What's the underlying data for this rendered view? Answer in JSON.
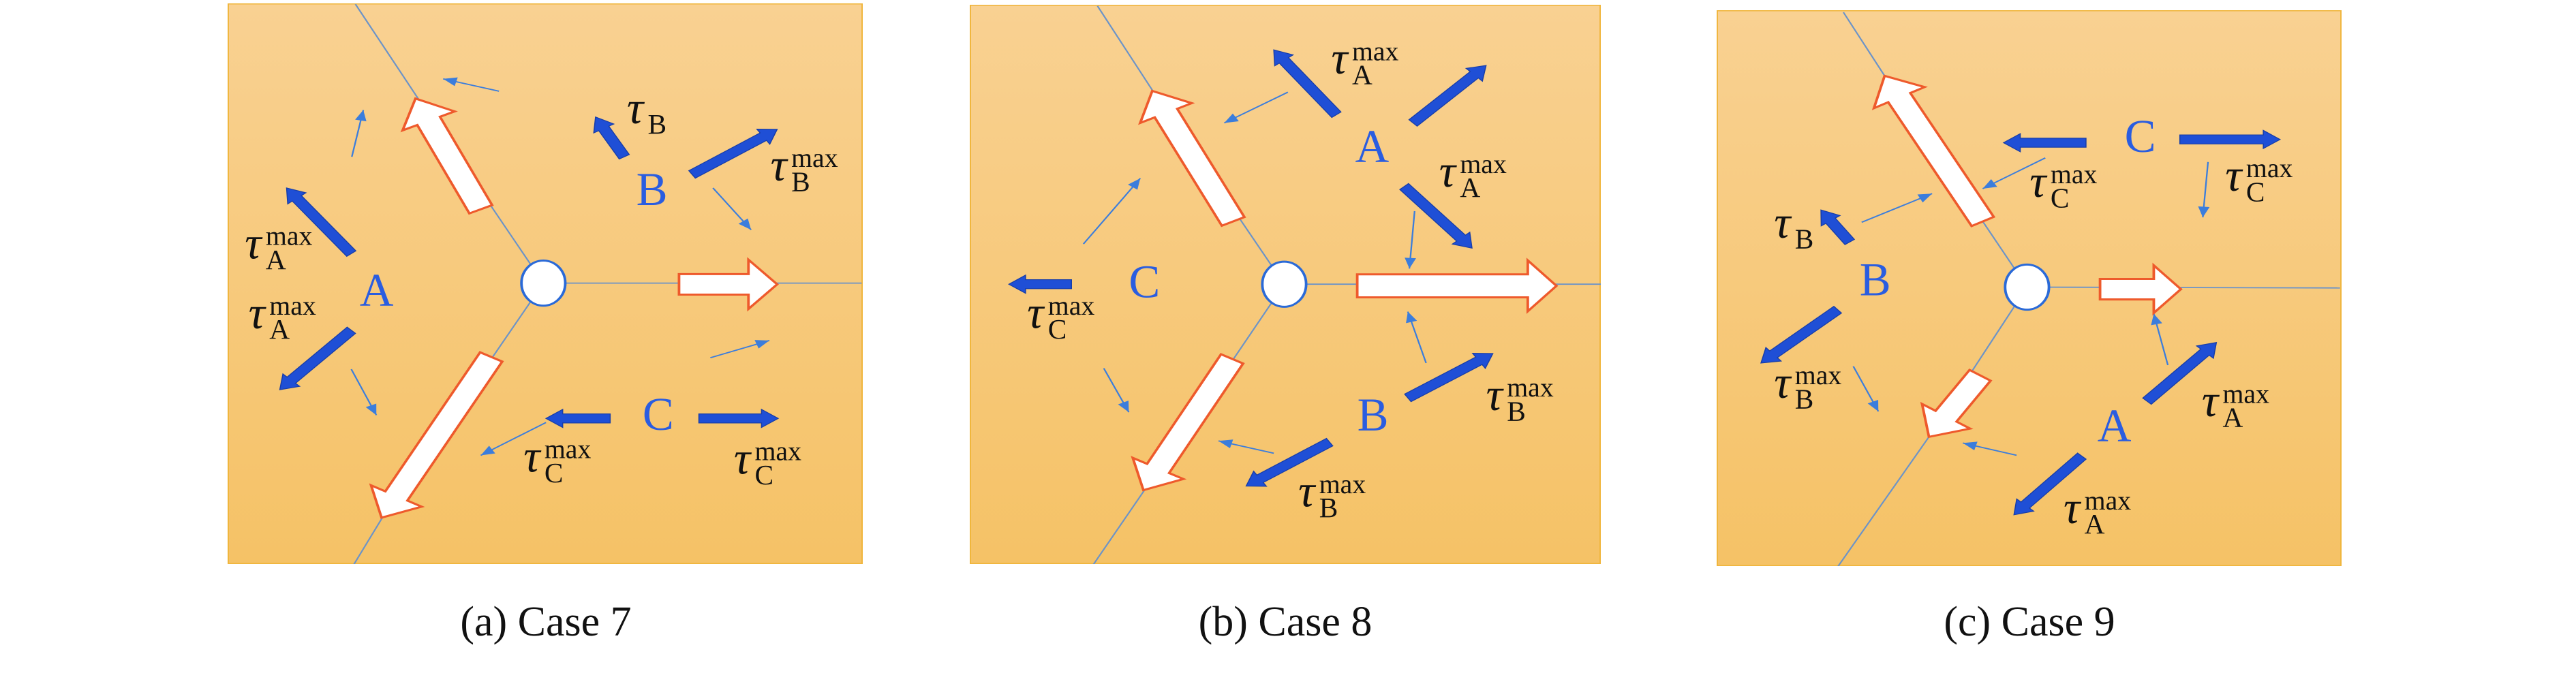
{
  "panels": [
    {
      "caption": "(a) Case 7",
      "grains": [
        "A",
        "B",
        "C"
      ],
      "labels": [
        {
          "symbol": "τ",
          "sub": "A",
          "sup": "max"
        },
        {
          "symbol": "τ",
          "sub": "A",
          "sup": "max"
        },
        {
          "symbol": "τ",
          "sub": "B",
          "sup": ""
        },
        {
          "symbol": "τ",
          "sub": "B",
          "sup": "max"
        },
        {
          "symbol": "τ",
          "sub": "C",
          "sup": "max"
        },
        {
          "symbol": "τ",
          "sub": "C",
          "sup": "max"
        }
      ]
    },
    {
      "caption": "(b) Case 8",
      "grains": [
        "A",
        "C",
        "B"
      ],
      "labels": [
        {
          "symbol": "τ",
          "sub": "A",
          "sup": "max"
        },
        {
          "symbol": "τ",
          "sub": "A",
          "sup": "max"
        },
        {
          "symbol": "τ",
          "sub": "C",
          "sup": "max"
        },
        {
          "symbol": "τ",
          "sub": "B",
          "sup": "max"
        },
        {
          "symbol": "τ",
          "sub": "B",
          "sup": "max"
        }
      ]
    },
    {
      "caption": "(c) Case 9",
      "grains": [
        "C",
        "B",
        "A"
      ],
      "labels": [
        {
          "symbol": "τ",
          "sub": "C",
          "sup": "max"
        },
        {
          "symbol": "τ",
          "sub": "C",
          "sup": "max"
        },
        {
          "symbol": "τ",
          "sub": "B",
          "sup": ""
        },
        {
          "symbol": "τ",
          "sub": "B",
          "sup": "max"
        },
        {
          "symbol": "τ",
          "sub": "A",
          "sup": "max"
        },
        {
          "symbol": "τ",
          "sub": "A",
          "sup": "max"
        }
      ]
    }
  ],
  "colors": {
    "background_top": "#f9d192",
    "background_bottom": "#f5c266",
    "panel_border": "#f0b53a",
    "grain_boundary": "#6b93c8",
    "shear_arrow": "#1f4fd6",
    "shear_arrow_edge": "#183ea8",
    "flow_arrow": "#3b7ddc",
    "migration_arrow_fill": "#ffffff",
    "migration_arrow_edge": "#ee5a2c",
    "grain_letter": "#2a5de0",
    "junction_edge": "#2a6ad8"
  }
}
